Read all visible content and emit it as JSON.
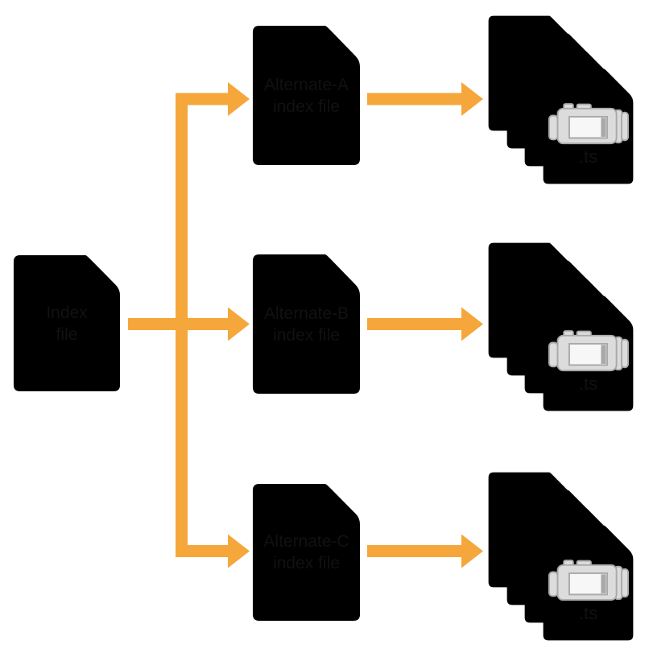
{
  "diagram": {
    "colors": {
      "arrow_orange": "#F5A73C",
      "document_border": "#8A8A8A",
      "label_text": "#111111",
      "camera_gray": "#DCDCDC"
    },
    "source_document": {
      "line1": "Index",
      "line2": "file"
    },
    "alternate_documents": [
      {
        "line1": "Alternate-A",
        "line2": "index file"
      },
      {
        "line1": "Alternate-B",
        "line2": "index file"
      },
      {
        "line1": "Alternate-C",
        "line2": "index file"
      }
    ],
    "segment_stacks": [
      {
        "label": ".ts",
        "file_count": 4,
        "icon": "video-camera-icon"
      },
      {
        "label": ".ts",
        "file_count": 4,
        "icon": "video-camera-icon"
      },
      {
        "label": ".ts",
        "file_count": 4,
        "icon": "video-camera-icon"
      }
    ]
  }
}
